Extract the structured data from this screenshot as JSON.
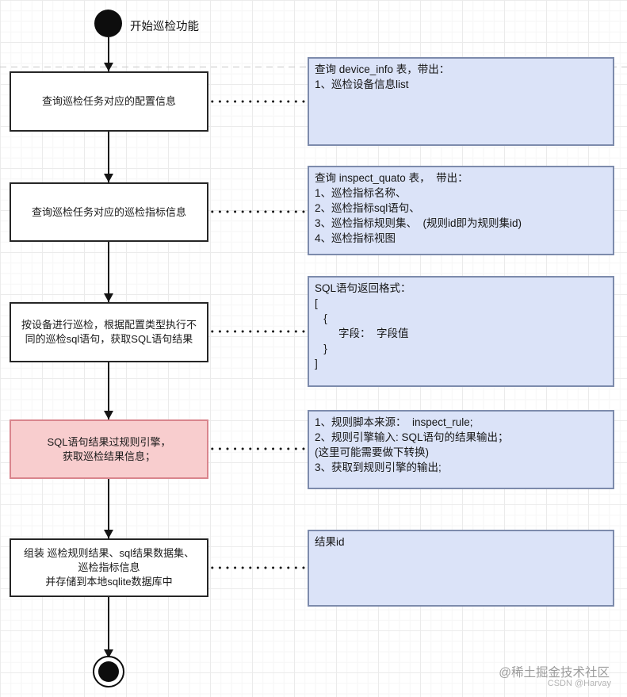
{
  "diagram": {
    "start_label": "开始巡检功能",
    "steps": [
      {
        "label": "查询巡检任务对应的配置信息"
      },
      {
        "label": "查询巡检任务对应的巡检指标信息"
      },
      {
        "label": "按设备进行巡检，根据配置类型执行不同的巡检sql语句，获取SQL语句结果"
      },
      {
        "label": "SQL语句结果过规则引擎，\n获取巡检结果信息；"
      },
      {
        "label": "组装 巡检规则结果、sql结果数据集、巡检指标信息\n并存储到本地sqlite数据库中"
      }
    ],
    "notes": [
      {
        "text": "查询 device_info 表，带出：\n1、巡检设备信息list"
      },
      {
        "text": "查询 inspect_quato 表，  带出：\n1、巡检指标名称、\n2、巡检指标sql语句、\n3、巡检指标规则集、  (规则id即为规则集id)\n4、巡检指标视图"
      },
      {
        "text": "SQL语句返回格式：\n[\n   {\n        字段：  字段值\n   }\n]"
      },
      {
        "text": "1、规则脚本来源：  inspect_rule;\n2、规则引擎输入: SQL语句的结果输出；\n(这里可能需要做下转换)\n3、获取到规则引擎的输出;"
      },
      {
        "text": "结果id"
      }
    ],
    "colors": {
      "note_fill": "#dbe3f8",
      "note_border": "#7d8bac",
      "highlight_fill": "#f8cdce",
      "highlight_border": "#d9858d",
      "box_border": "#262626",
      "line": "#141414"
    },
    "watermark": {
      "line1": "@稀土掘金技术社区",
      "line2": "CSDN @Harvay"
    }
  }
}
